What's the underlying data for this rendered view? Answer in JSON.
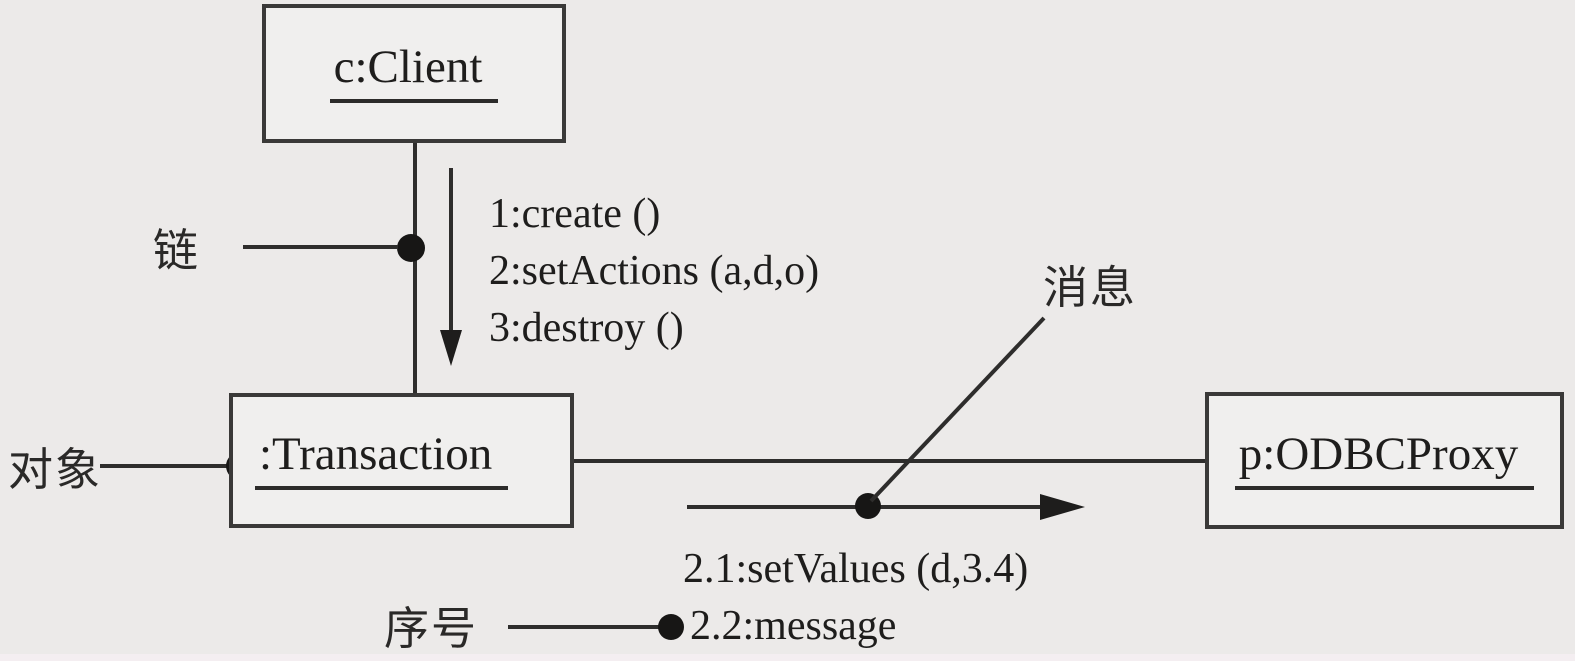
{
  "diagram": {
    "kind": "UML collaboration diagram",
    "background_color": "#eceae9",
    "line_color": "#2e2d2c",
    "text_color": "#1e1d1c"
  },
  "nodes": {
    "client": {
      "label": "c:Client"
    },
    "transaction": {
      "label": ":Transaction"
    },
    "odbc_proxy": {
      "label": "p:ODBCProxy"
    }
  },
  "annotations": {
    "link": "链",
    "object": "对象",
    "message": "消息",
    "sequence_number": "序号"
  },
  "messages": {
    "client_to_transaction": [
      "1:create ()",
      "2:setActions (a,d,o)",
      "3:destroy ()"
    ],
    "transaction_to_proxy": [
      "2.1:setValues (d,3.4)",
      "2.2:message"
    ]
  }
}
